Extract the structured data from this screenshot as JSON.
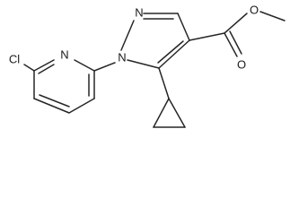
{
  "molecule": {
    "atoms": {
      "chlorine": "Cl",
      "pyridine_nitrogen": "N",
      "pyrazole_n1": "N",
      "pyrazole_n2": "N",
      "carbonyl_oxygen": "O",
      "ester_oxygen": "O"
    }
  },
  "colors": {
    "bond": "#262626",
    "text": "#1a1a1a",
    "background": "#ffffff"
  }
}
